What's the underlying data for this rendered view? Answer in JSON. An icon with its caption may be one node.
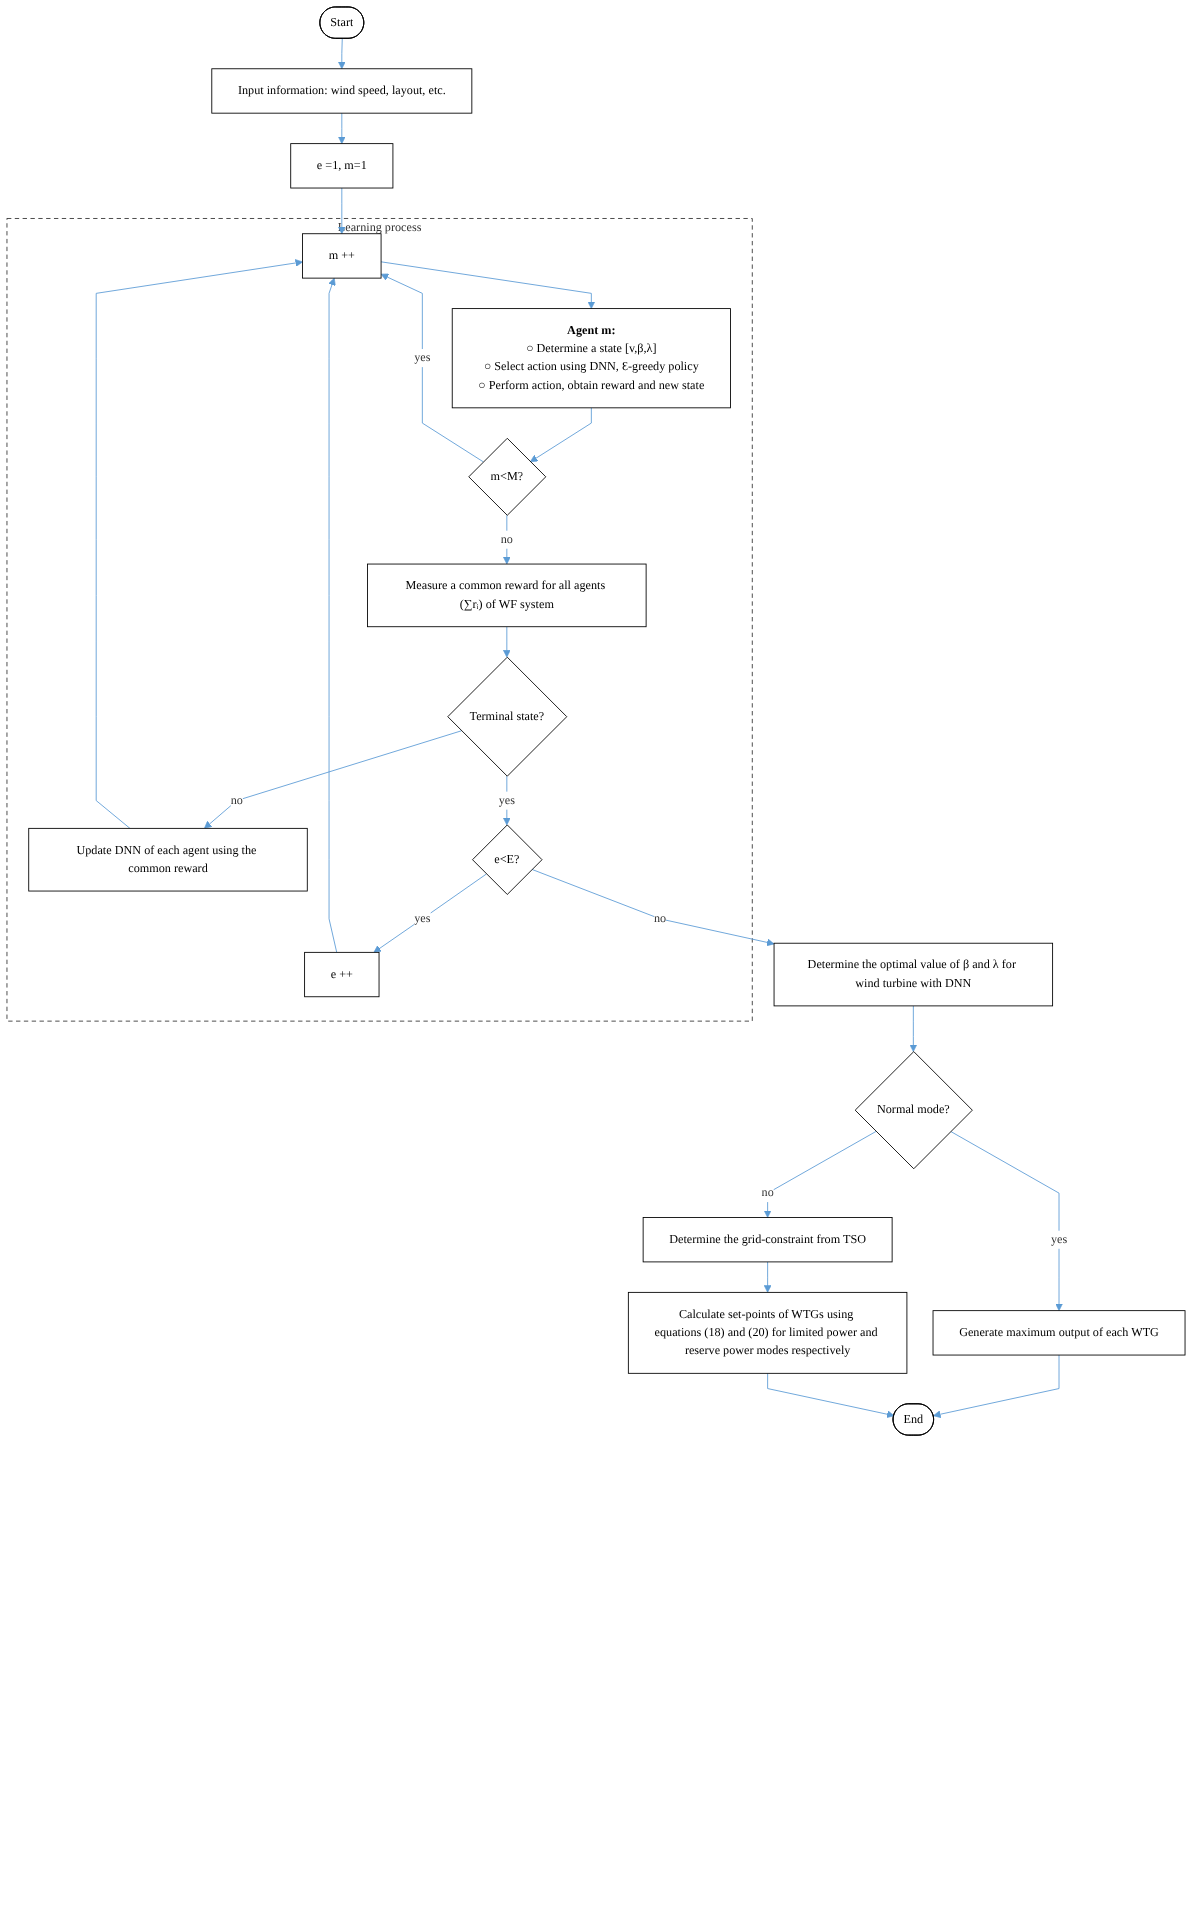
{
  "diagram": {
    "nodes": [
      {
        "text": [
          "Start"
        ]
      },
      {
        "text": [
          "Input information: wind speed, layout, etc."
        ]
      },
      {
        "text": [
          "e =1, m=1"
        ]
      },
      {
        "text": [
          "Learning process"
        ]
      },
      {
        "text": [
          "m ++"
        ],
        "in": 3
      },
      {
        "text": [
          "Agent m:",
          "○ Determine a state [v,β,λ]",
          "○ Select action using DNN, Ɛ-greedy policy",
          "○ Perform action, obtain reward and new state"
        ],
        "in": 3
      },
      {
        "text": [
          "m<M?"
        ],
        "in": 3
      },
      {
        "text": [
          "Update DNN of each agent using the common reward"
        ],
        "in": 3
      },
      {
        "text": [
          "Measure a common reward for all agents (∑rᵢ) of WF system"
        ],
        "in": 3
      },
      {
        "text": [
          "Terminal state?"
        ],
        "in": 3
      },
      {
        "text": [
          "e<E?"
        ],
        "in": 3
      },
      {
        "text": [
          "e ++"
        ],
        "in": 3
      },
      {
        "text": [
          "Determine the optimal value of β and λ for wind turbine with DNN"
        ]
      },
      {
        "text": [
          "Normal mode?"
        ]
      },
      {
        "text": [
          "Determine the grid-constraint from TSO"
        ]
      },
      {
        "text": [
          "Generate maximum output of each WTG"
        ]
      },
      {
        "text": [
          "Calculate set-points of WTGs using equations (18) and (20) for limited power and reserve power modes respectively"
        ]
      },
      {
        "text": [
          "End"
        ]
      }
    ],
    "edges": [
      {
        "from": 0,
        "to": 1,
        "arrow": "to"
      },
      {
        "from": 1,
        "to": 2,
        "arrow": "to"
      },
      {
        "from": 2,
        "to": 4,
        "arrow": "to"
      },
      {
        "from": 4,
        "to": 5,
        "arrow": "to"
      },
      {
        "from": 5,
        "to": 6,
        "arrow": "to"
      },
      {
        "from": 6,
        "to": 4,
        "arrow": "to",
        "label": "yes"
      },
      {
        "from": 6,
        "to": 8,
        "arrow": "to",
        "label": "no"
      },
      {
        "from": 8,
        "to": 9,
        "arrow": "to"
      },
      {
        "from": 9,
        "to": 7,
        "arrow": "to",
        "label": "no"
      },
      {
        "from": 7,
        "to": 4,
        "arrow": "to"
      },
      {
        "from": 9,
        "to": 10,
        "arrow": "to",
        "label": "yes"
      },
      {
        "from": 10,
        "to": 11,
        "arrow": "to",
        "label": "yes"
      },
      {
        "from": 11,
        "to": 4,
        "arrow": "to"
      },
      {
        "from": 10,
        "to": 12,
        "arrow": "to",
        "label": "no"
      },
      {
        "from": 12,
        "to": 13,
        "arrow": "to"
      },
      {
        "from": 13,
        "to": 15,
        "arrow": "to",
        "label": "yes"
      },
      {
        "from": 13,
        "to": 14,
        "arrow": "to",
        "label": "no"
      },
      {
        "from": 14,
        "to": 16,
        "arrow": "to"
      },
      {
        "from": 15,
        "to": 17,
        "arrow": "to"
      },
      {
        "from": 16,
        "to": 17,
        "arrow": "to"
      }
    ]
  }
}
